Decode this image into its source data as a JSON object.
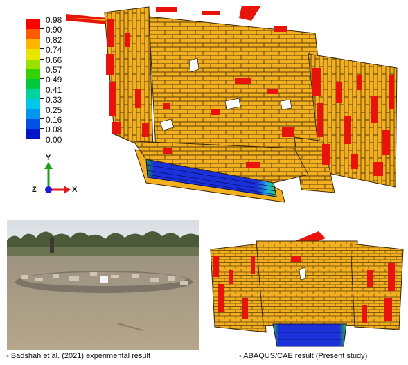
{
  "legend": {
    "values": [
      "0.98",
      "0.90",
      "0.82",
      "0.74",
      "0.66",
      "0.57",
      "0.49",
      "0.41",
      "0.33",
      "0.25",
      "0.16",
      "0.08",
      "0.00"
    ],
    "colors": [
      "#ff0000",
      "#ff5a00",
      "#ffb400",
      "#e6e600",
      "#9be000",
      "#32d200",
      "#00c83c",
      "#00d2a0",
      "#00c8e6",
      "#0096f0",
      "#0050e6",
      "#0014c8",
      "#00008c"
    ]
  },
  "axes": {
    "y": "Y",
    "z": "Z",
    "x": "X",
    "colors": {
      "y": "#1aa31a",
      "z": "#1a1ae0",
      "x": "#e01a1a"
    }
  },
  "captions": {
    "left": ": - Badshah et al. (2021) experimental result",
    "right": ": - ABAQUS/CAE result (Present study)"
  },
  "colors": {
    "brick": "#f2b021",
    "damage": "#e8140c",
    "base": "#1a2fd8",
    "mortar": "#6b4a10"
  }
}
